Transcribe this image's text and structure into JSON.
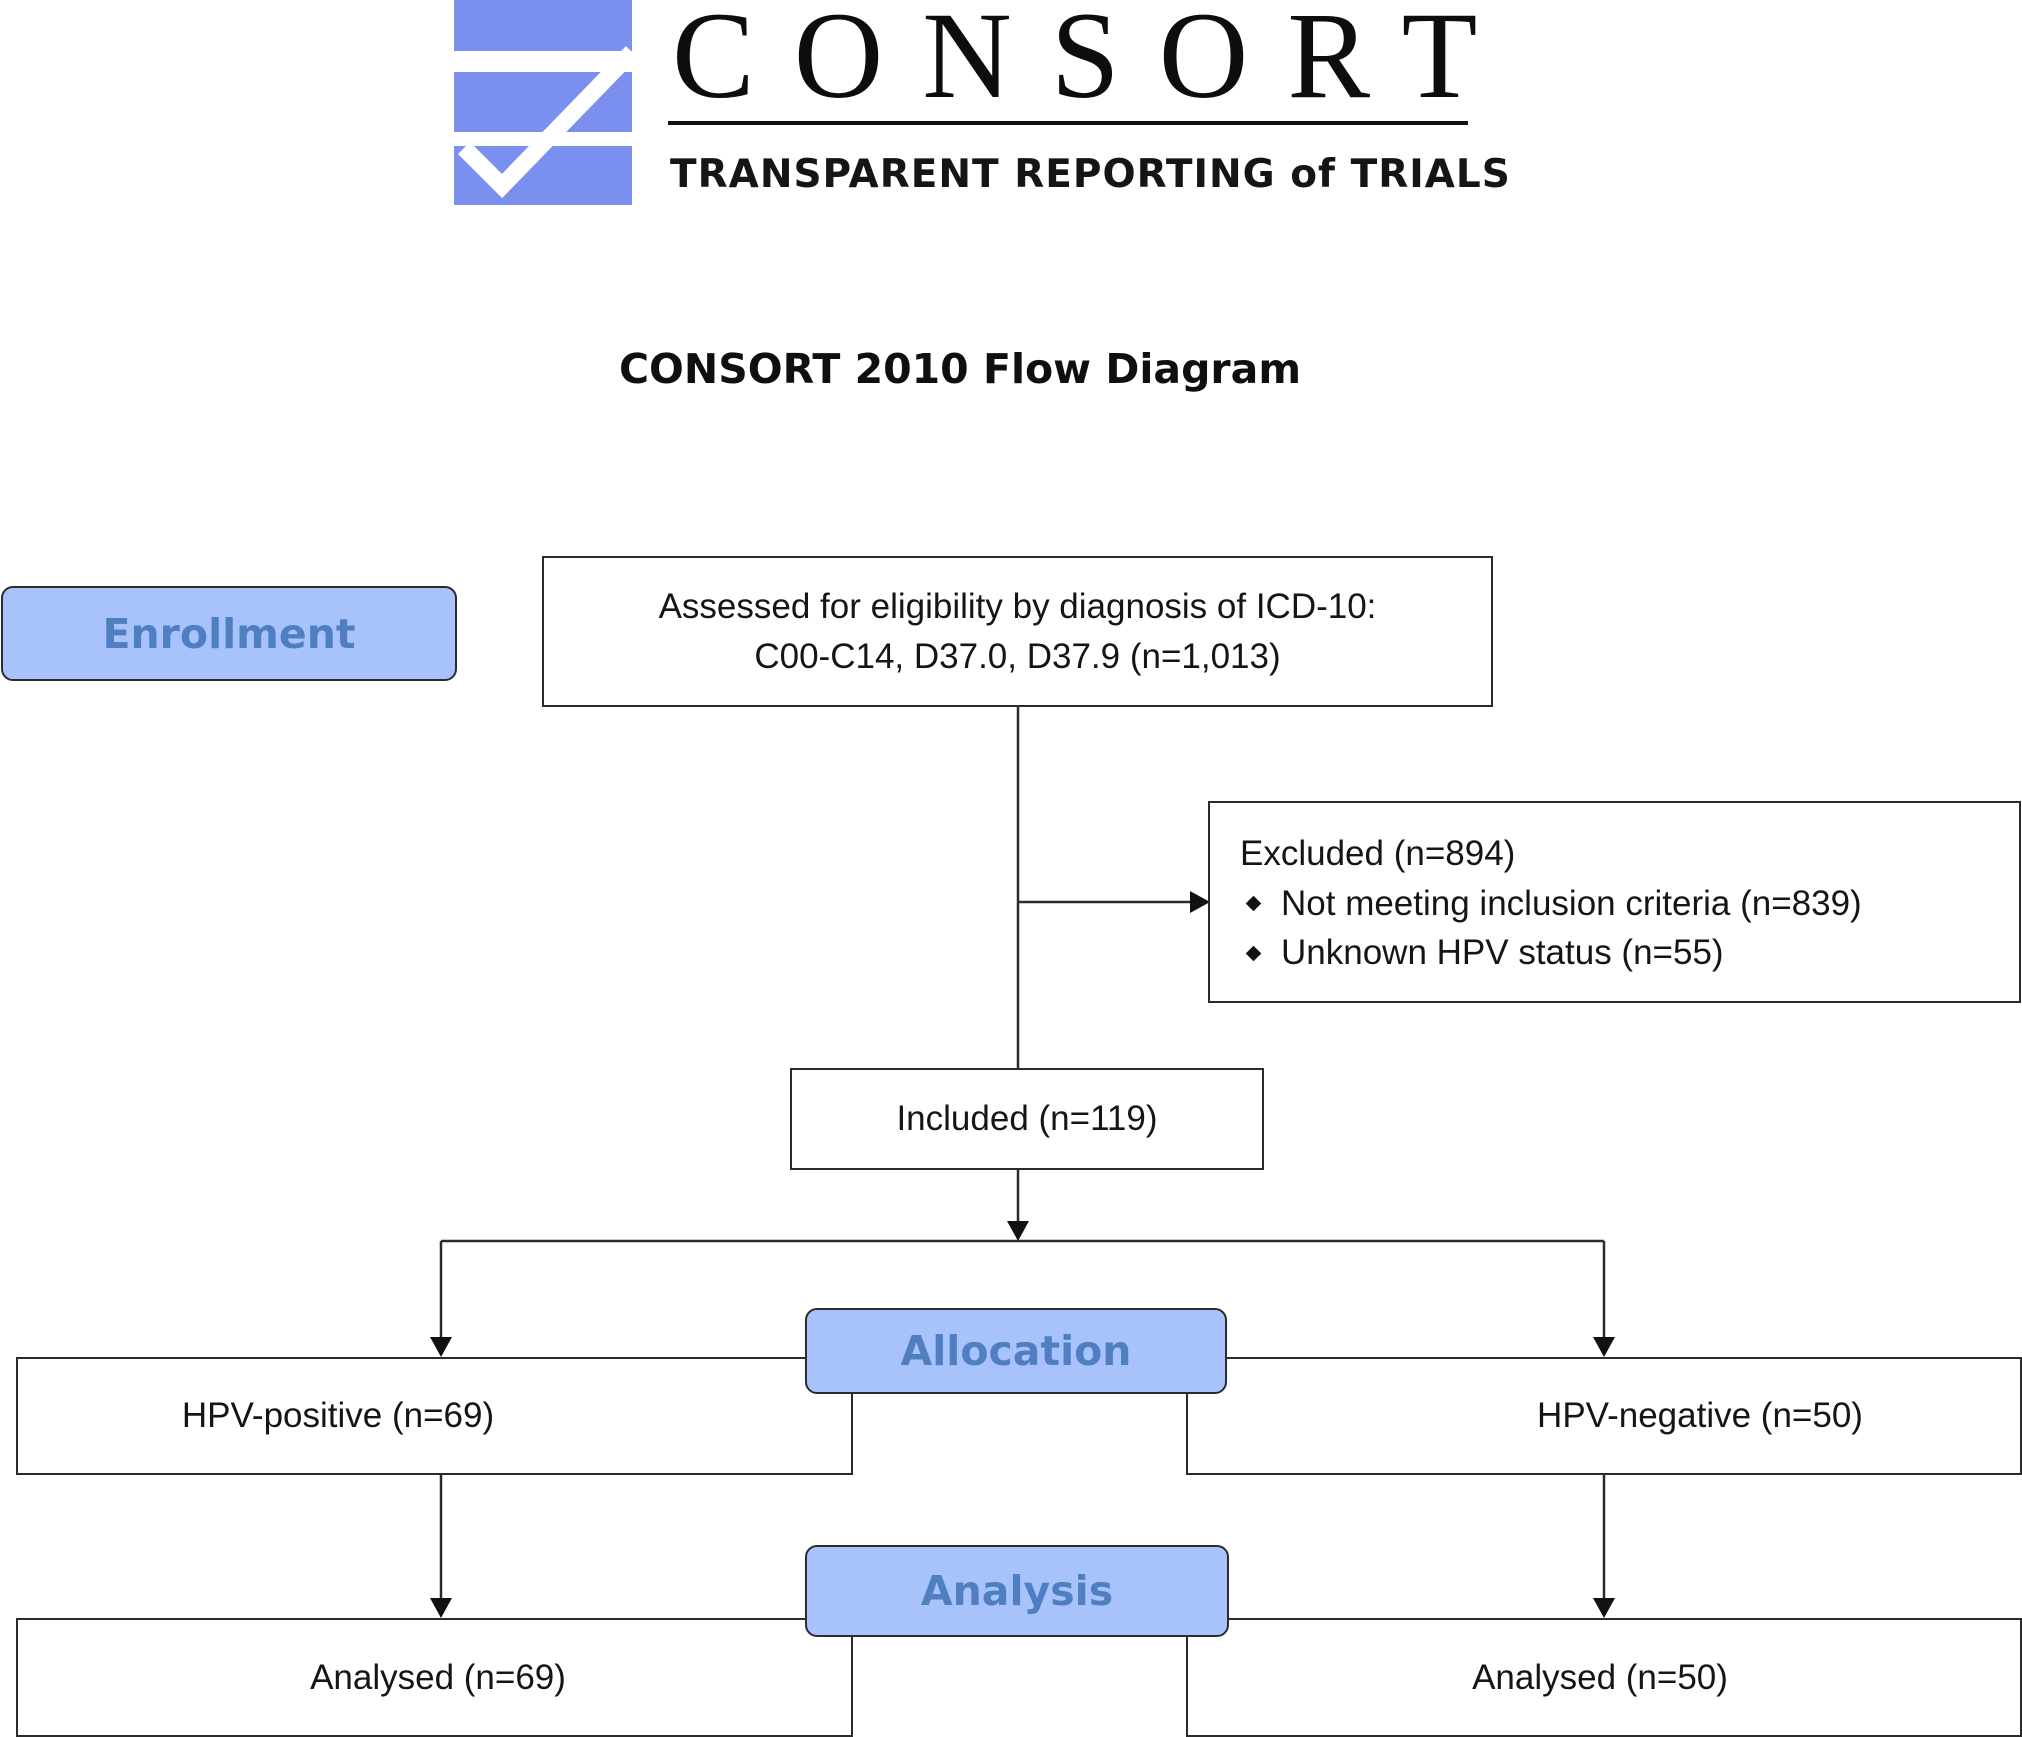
{
  "logo": {
    "word": "CONSORT",
    "tagline": "TRANSPARENT REPORTING of TRIALS",
    "color": "#7b8fee"
  },
  "title": "CONSORT 2010 Flow Diagram",
  "stages": {
    "enrollment": "Enrollment",
    "allocation": "Allocation",
    "analysis": "Analysis"
  },
  "boxes": {
    "assessed": {
      "line1": "Assessed for eligibility by diagnosis of ICD-10:",
      "line2": "C00-C14, D37.0, D37.9 (n=1,013)"
    },
    "excluded": {
      "heading": "Excluded (n=894)",
      "items": [
        "Not meeting inclusion criteria (n=839)",
        "Unknown HPV status (n=55)"
      ]
    },
    "included": "Included (n=119)",
    "hpv_positive": "HPV-positive (n=69)",
    "hpv_negative": "HPV-negative (n=50)",
    "analysed_positive": "Analysed (n=69)",
    "analysed_negative": "Analysed (n=50)"
  },
  "colors": {
    "stage_fill": "#a8c3fb",
    "stage_text": "#4f7fc0",
    "line": "#2b2b2b"
  }
}
